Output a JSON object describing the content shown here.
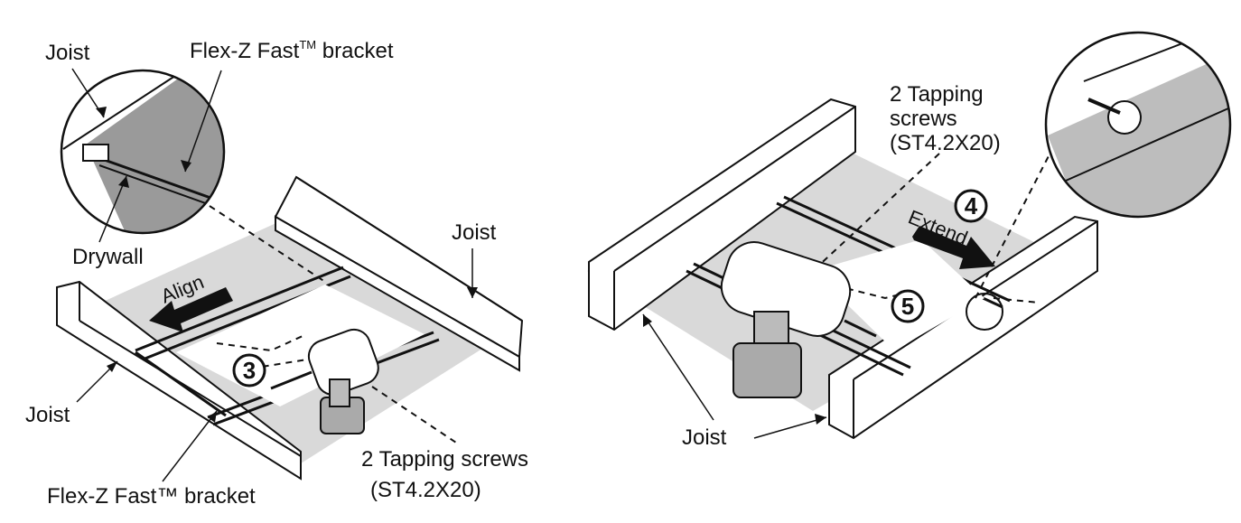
{
  "left_panel": {
    "inset_labels": {
      "joist": "Joist",
      "bracket_name": "Flex-Z Fast",
      "bracket_tm": "TM",
      "bracket_suffix": " bracket"
    },
    "drywall_label": "Drywall",
    "joist_right_label": "Joist",
    "joist_left_label": "Joist",
    "bracket_bottom_label": "Flex-Z Fast™ bracket",
    "align_label": "Align",
    "step_number": "3",
    "screws_line1": "2 Tapping screws",
    "screws_line2": "(ST4.2X20)"
  },
  "right_panel": {
    "screws_line1": "2 Tapping",
    "screws_line2": "screws",
    "screws_line3": "(ST4.2X20)",
    "extend_label": "Extend",
    "step_extend_number": "4",
    "step_screw_number": "5",
    "joist_label": "Joist"
  },
  "colors": {
    "ceiling_gray": "#d9d9d9",
    "outline": "#111111",
    "inset_gray": "#9a9a9a"
  }
}
